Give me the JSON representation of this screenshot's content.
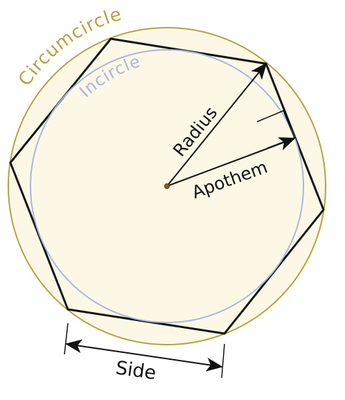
{
  "labels": {
    "circumcircle": "Circumcircle",
    "incircle": "Incircle",
    "radius": "Radius",
    "apothem": "Apothem",
    "side": "Side"
  },
  "colors": {
    "circumcircle": "#b8a040",
    "incircle": "#a8b8dc",
    "fill": "#fdf8e6",
    "outline": "#111111",
    "center": "#8a5a2a"
  }
}
